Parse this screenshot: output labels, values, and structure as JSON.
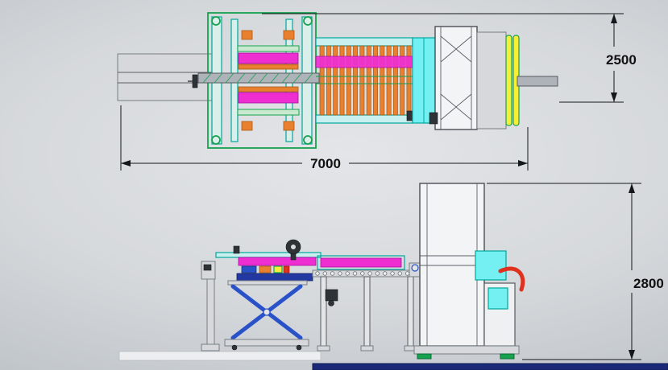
{
  "drawing": {
    "kind": "cad-machine-layout",
    "views": [
      "top",
      "side"
    ]
  },
  "dimensions": {
    "overall_length": "7000",
    "overall_width": "2500",
    "overall_height": "2800"
  },
  "palette": {
    "teal": "#00a79d",
    "green": "#16a24e",
    "magenta": "#ef2ed2",
    "orange": "#e8802f",
    "cyan": "#74f0f2",
    "yellow": "#f6ee39",
    "blue": "#2a52c8",
    "navy": "#1b2a78",
    "red": "#e0301e",
    "dim_text": "#111111"
  },
  "machine": {
    "roller_count": 14,
    "conveyor_roller_count": 14
  }
}
